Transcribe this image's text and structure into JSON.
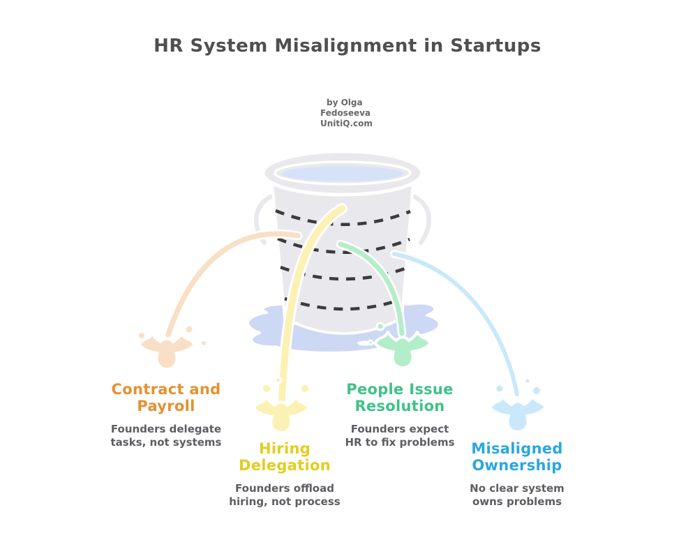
{
  "title": "HR System Misalignment in Startups",
  "byline": {
    "line1": "by Olga",
    "line2": "Fedoseeva",
    "line3": "UnitiQ.com"
  },
  "illustration": {
    "name": "leaking-bucket",
    "bucket_fill": "#e9e9ed",
    "outline_color": "#ffffff",
    "water_color": "#d5e2f8",
    "puddle_color": "#ccd8f4",
    "dash_color": "#3b3b3b"
  },
  "text_colors": {
    "title": "#4f4f51",
    "byline": "#67686a",
    "description": "#5d5e62"
  },
  "leaks": [
    {
      "id": "contract-and-payroll",
      "heading_line1": "Contract and",
      "heading_line2": "Payroll",
      "desc_line1": "Founders delegate",
      "desc_line2": "tasks, not systems",
      "label_color": "#e5912f",
      "stream_color": "#f9dfc5"
    },
    {
      "id": "hiring-delegation",
      "heading_line1": "Hiring",
      "heading_line2": "Delegation",
      "desc_line1": "Founders offload",
      "desc_line2": "hiring, not process",
      "label_color": "#e3cd20",
      "stream_color": "#fbf1b3"
    },
    {
      "id": "people-issue-resolution",
      "heading_line1": "People Issue",
      "heading_line2": "Resolution",
      "desc_line1": "Founders expect",
      "desc_line2": "HR to fix problems",
      "label_color": "#3fc288",
      "stream_color": "#b4edca"
    },
    {
      "id": "misaligned-ownership",
      "heading_line1": "Misaligned",
      "heading_line2": "Ownership",
      "desc_line1": "No clear system",
      "desc_line2": "owns problems",
      "label_color": "#2aa7e1",
      "stream_color": "#c9e9fb"
    }
  ]
}
